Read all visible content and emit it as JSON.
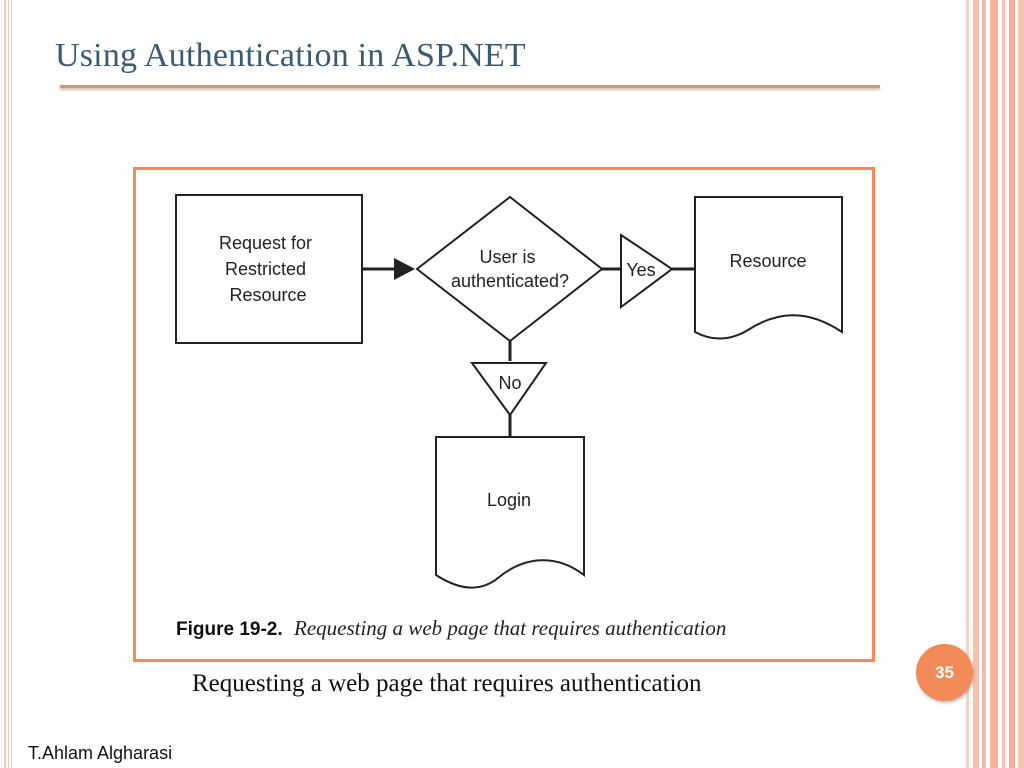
{
  "slide": {
    "title": "Using Authentication in ASP.NET",
    "caption_below": "Requesting a web page that requires authentication",
    "page_number": "35",
    "author": "T.Ahlam Algharasi"
  },
  "figure": {
    "request_box": [
      "Request for",
      "Restricted",
      "Resource"
    ],
    "decision": [
      "User is",
      "authenticated?"
    ],
    "yes_label": "Yes",
    "no_label": "No",
    "resource_label": "Resource",
    "login_label": "Login",
    "caption_label": "Figure 19-2.",
    "caption_text": "Requesting a web page that requires authentication"
  },
  "colors": {
    "accent": "#f28b57",
    "title": "#3d5a74",
    "border_light": "#f7c9b8"
  }
}
